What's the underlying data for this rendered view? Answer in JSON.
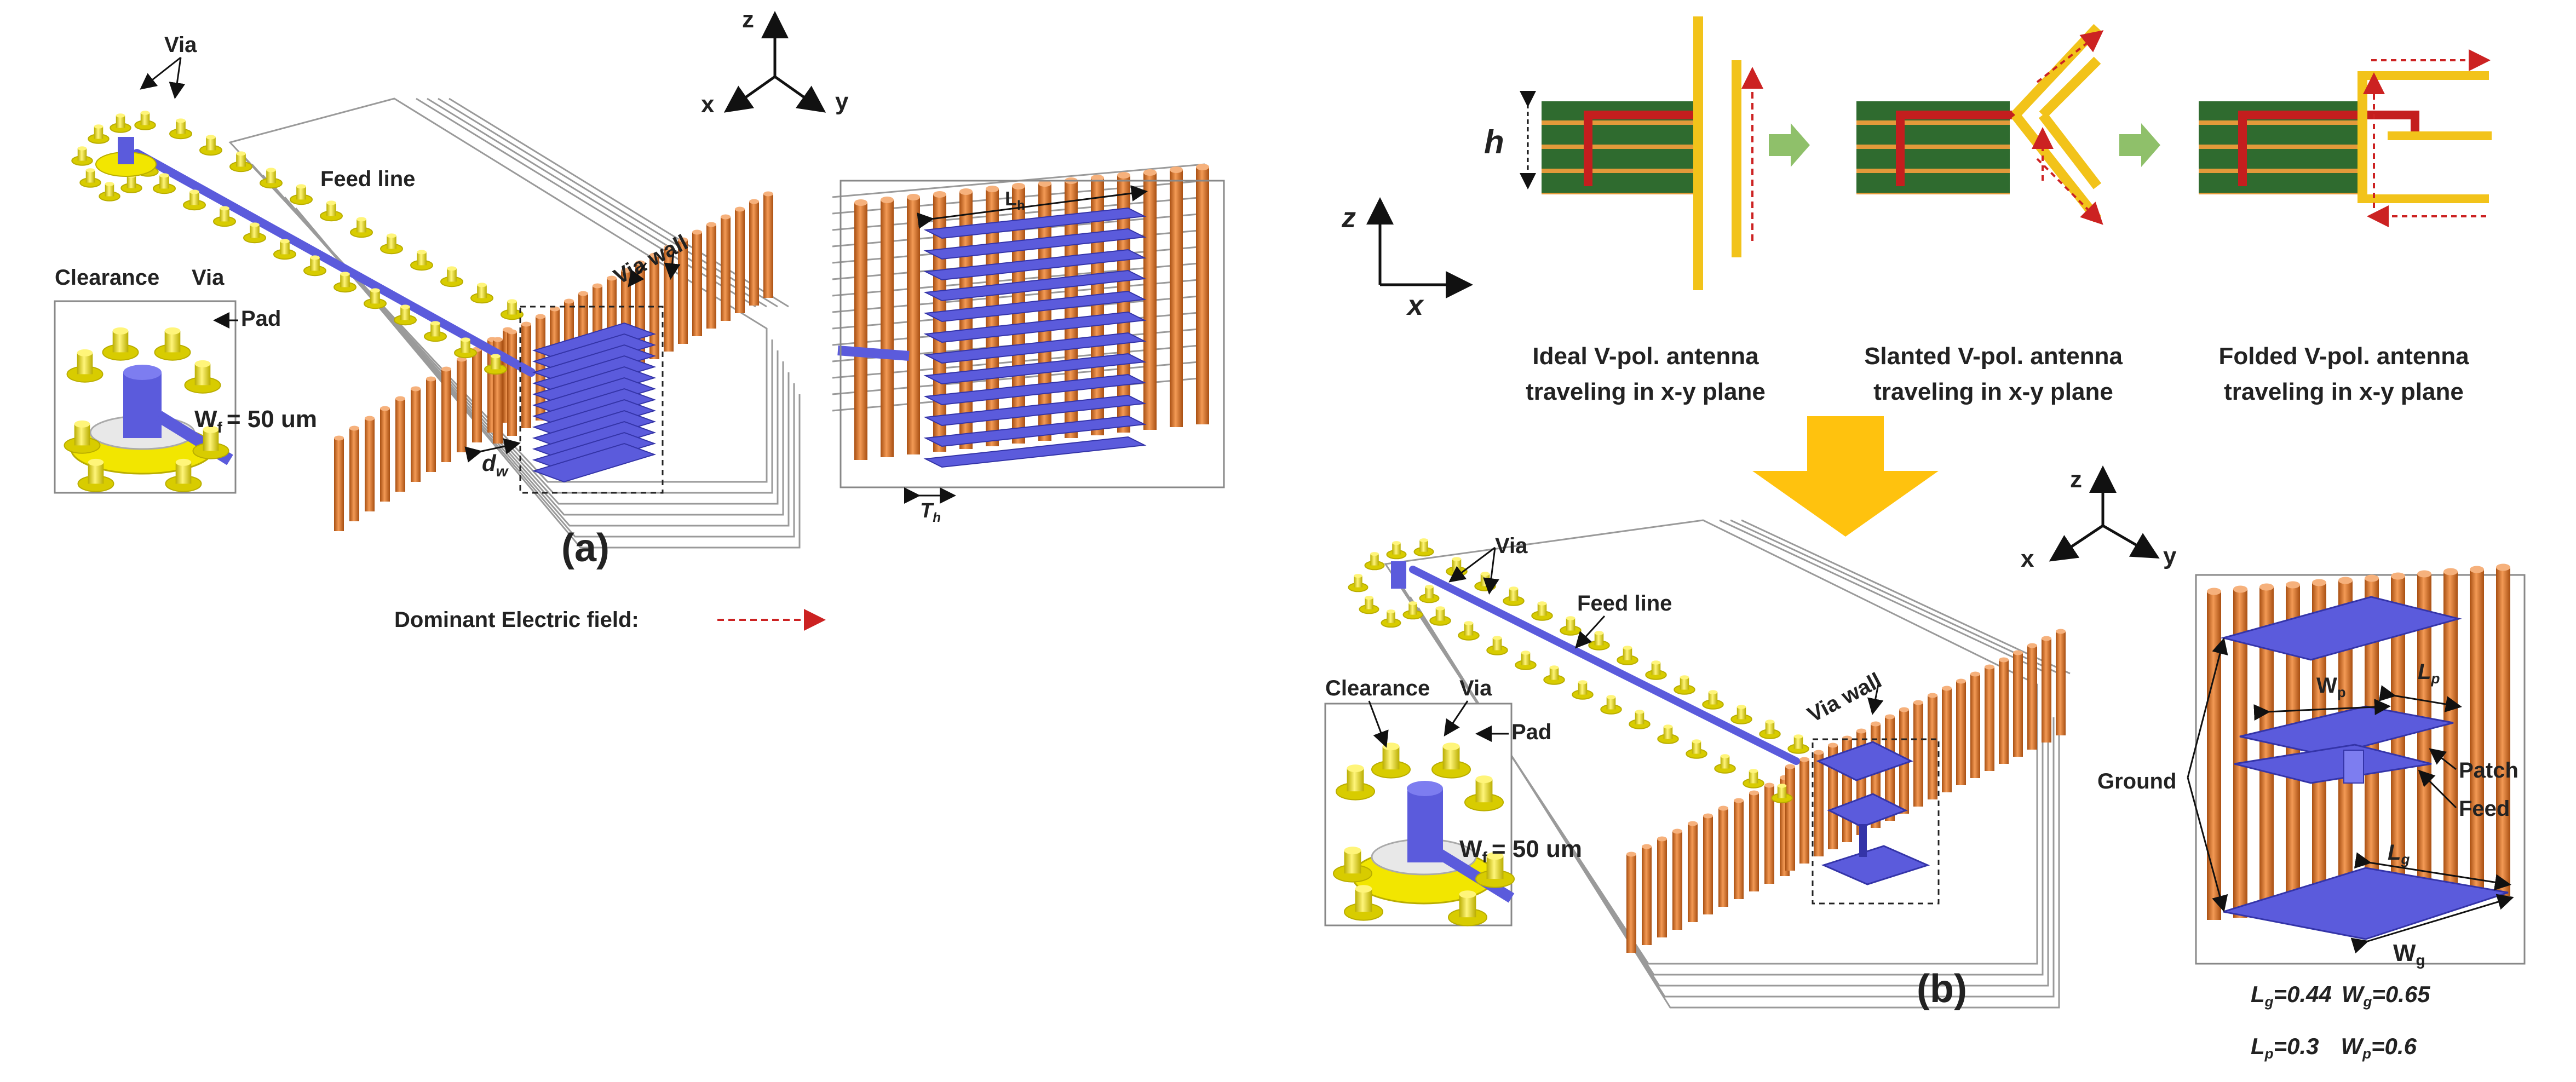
{
  "colors": {
    "via": "#f2e600",
    "via_dark": "#b9ad00",
    "wall": "#e3752b",
    "wall_dark": "#a84f12",
    "metal": "#5b5bdc",
    "metal_dark": "#3434a8",
    "field": "#cc2222",
    "substrate_green": "#2f6b2f",
    "stripe_orange": "#e39a3a",
    "feed_red": "#c41e1e",
    "antenna_gold": "#f2c31a",
    "arrow_green": "#8fc06a",
    "big_arrow": "#ffc20e",
    "layer_line": "#9a9a9a"
  },
  "panel_a": {
    "axes": {
      "z": "z",
      "x": "x",
      "y": "y"
    },
    "via": "Via",
    "feed_line": "Feed line",
    "via_wall": "Via wall",
    "clearance": "Clearance",
    "via_inset": "Via",
    "pad": "Pad",
    "wf": "W",
    "wf_sub": "f",
    "wf_value": "= 50 um",
    "dw": "d",
    "dw_sub": "w",
    "lh": "L",
    "lh_sub": "h",
    "th": "T",
    "th_sub": "h",
    "caption": "(a)",
    "legend": "Dominant Electric field:"
  },
  "concept": {
    "h": "h",
    "axis_z": "z",
    "axis_x": "x",
    "ideal_line1": "Ideal V-pol. antenna",
    "ideal_line2": "traveling in x-y plane",
    "slanted_line1": "Slanted V-pol. antenna",
    "slanted_line2": "traveling in x-y plane",
    "folded_line1": "Folded V-pol. antenna",
    "folded_line2": "traveling in x-y plane"
  },
  "panel_b": {
    "axes": {
      "z": "z",
      "x": "x",
      "y": "y"
    },
    "via": "Via",
    "feed_line": "Feed line",
    "via_wall": "Via wall",
    "clearance": "Clearance",
    "via_inset": "Via",
    "pad": "Pad",
    "wf": "W",
    "wf_sub": "f",
    "wf_value": "= 50 um",
    "wp": "W",
    "wp_sub": "p",
    "lp": "L",
    "lp_sub": "p",
    "ground": "Ground",
    "patch": "Patch",
    "feed": "Feed",
    "lg": "L",
    "lg_sub": "g",
    "wg": "W",
    "wg_sub": "g",
    "caption": "(b)",
    "dims_row1": "L",
    "dims_row1_a_sub": "g",
    "dims_row1_a_val": "=0.44",
    "dims_row1_b": "W",
    "dims_row1_b_sub": "g",
    "dims_row1_b_val": "=0.65",
    "dims_row2": "L",
    "dims_row2_a_sub": "p",
    "dims_row2_a_val": "=0.3",
    "dims_row2_b": "W",
    "dims_row2_b_sub": "p",
    "dims_row2_b_val": "=0.6"
  }
}
